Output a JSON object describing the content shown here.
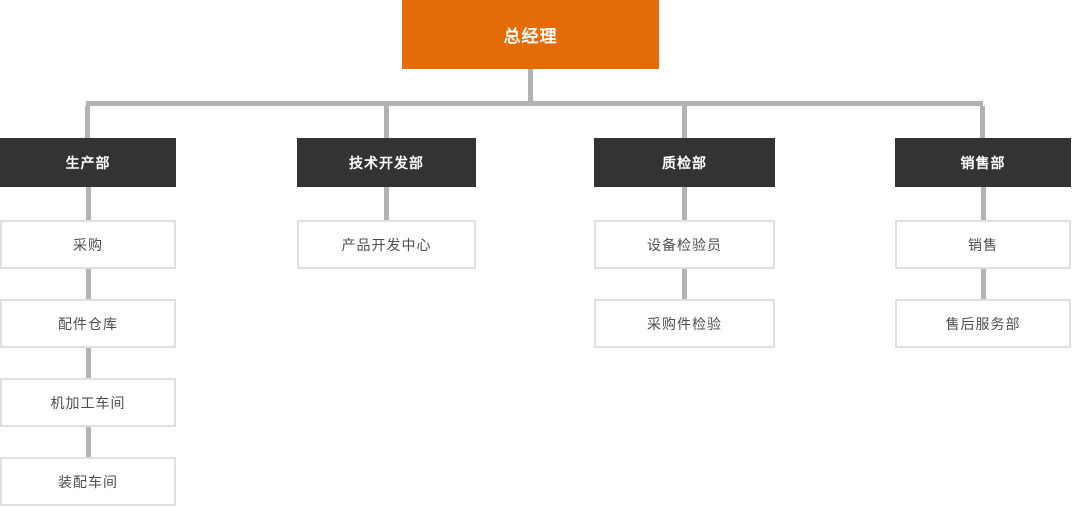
{
  "chart": {
    "type": "org-chart",
    "root": {
      "label": "总经理"
    },
    "departments": [
      {
        "label": "生产部",
        "children": [
          "采购",
          "配件仓库",
          "机加工车间",
          "装配车间"
        ]
      },
      {
        "label": "技术开发部",
        "children": [
          "产品开发中心"
        ]
      },
      {
        "label": "质检部",
        "children": [
          "设备检验员",
          "采购件检验"
        ]
      },
      {
        "label": "销售部",
        "children": [
          "销售",
          "售后服务部"
        ]
      }
    ]
  },
  "colors": {
    "root_bg": "#E36C09",
    "dept_bg": "#333333",
    "connector": "#B3B3B3",
    "child_border": "#E0E0E0",
    "child_text": "#4D4D4D",
    "node_text": "#FFFFFF"
  }
}
